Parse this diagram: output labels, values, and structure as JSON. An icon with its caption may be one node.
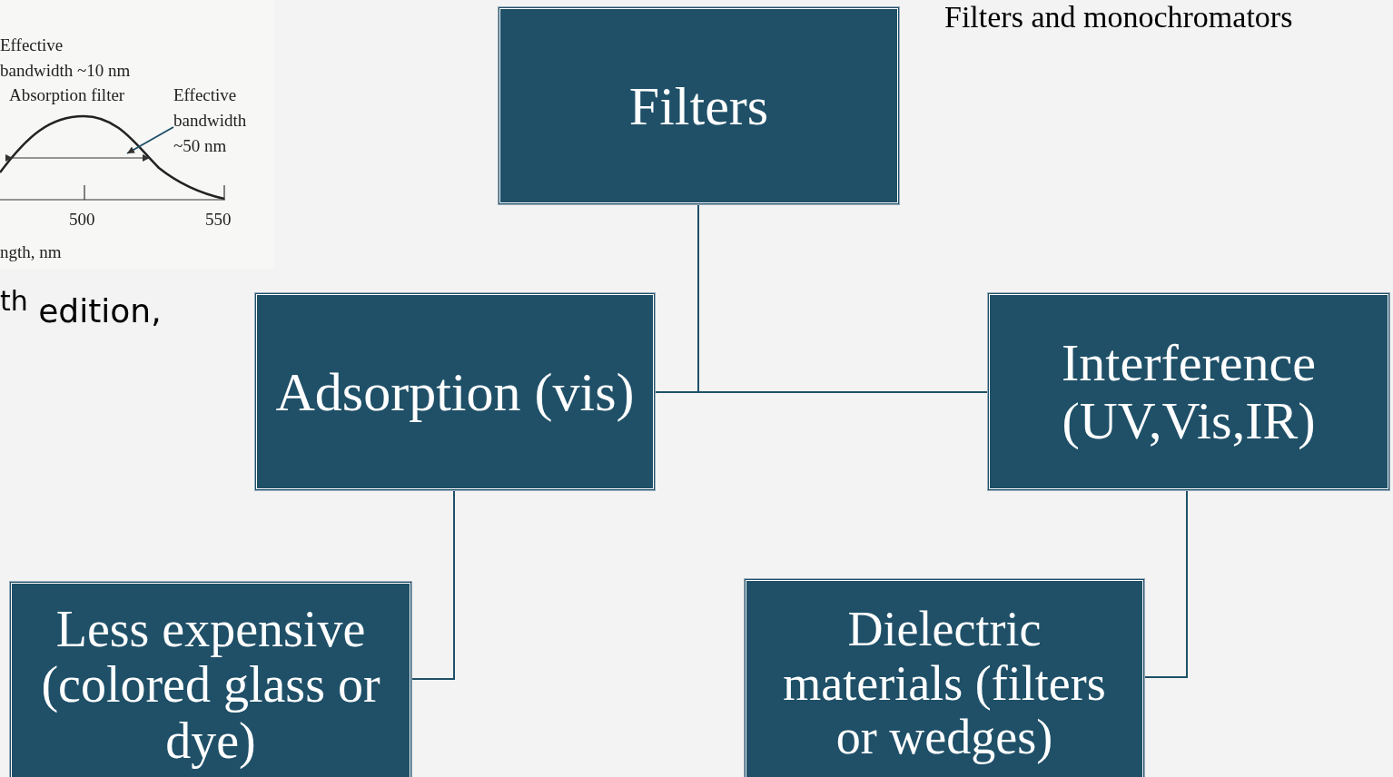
{
  "diagram": {
    "title": "Filters and monochromators",
    "nodes": [
      {
        "text": [
          "Filters"
        ]
      },
      {
        "text": [
          "Adsorption (vis)"
        ]
      },
      {
        "text": [
          "Interference (UV,Vis,IR)"
        ]
      },
      {
        "text": [
          "Less expensive (colored glass or dye)"
        ]
      },
      {
        "text": [
          "Dielectric materials (filters or wedges)"
        ]
      },
      {
        "text": [
          "Effective bandwidth ~50 nm"
        ]
      },
      {
        "text": [],
        "shape": "bar"
      }
    ],
    "edges": [
      {
        "from": 0,
        "to": 1,
        "arrow": "none"
      },
      {
        "from": 0,
        "to": 2,
        "arrow": "none"
      },
      {
        "from": 1,
        "to": 3,
        "arrow": "none"
      },
      {
        "from": 2,
        "to": 4,
        "arrow": "none"
      },
      {
        "from": 5,
        "to": 6,
        "arrow": "to"
      }
    ],
    "labels": [
      "Effective bandwidth ~10 nm",
      "Absorption filter",
      "500",
      "550",
      "ngth, nm",
      "$^{th}$ edition,"
    ]
  }
}
